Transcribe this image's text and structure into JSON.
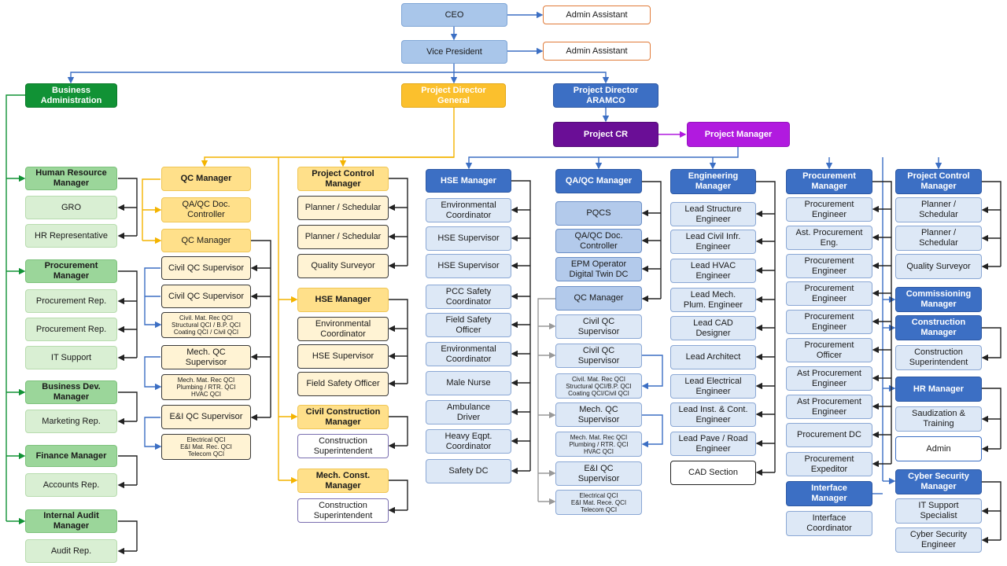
{
  "top": {
    "ceo": "CEO",
    "vp": "Vice President",
    "admin1": "Admin Assistant",
    "admin2": "Admin Assistant"
  },
  "directors": {
    "business_admin": "Business\nAdministration",
    "pd_general": "Project Director\nGeneral",
    "pd_aramco": "Project Director\nARAMCO",
    "project_cr": "Project CR",
    "project_manager": "Project Manager"
  },
  "business_column": {
    "hr_manager": "Human Resource\nManager",
    "gro": "GRO",
    "hr_rep": "HR Representative",
    "procurement_manager": "Procurement\nManager",
    "proc_rep1": "Procurement Rep.",
    "proc_rep2": "Procurement Rep.",
    "it_support": "IT Support",
    "bizdev_manager": "Business Dev.\nManager",
    "marketing_rep": "Marketing Rep.",
    "finance_manager": "Finance Manager",
    "accounts_rep": "Accounts Rep.",
    "audit_manager": "Internal Audit\nManager",
    "audit_rep": "Audit Rep."
  },
  "qc_column": {
    "qc_manager_head": "QC Manager",
    "doc_controller": "QA/QC Doc.\nController",
    "qc_manager": "QC Manager",
    "civil_sup1": "Civil QC Supervisor",
    "civil_sup2": "Civil QC Supervisor",
    "civil_qci": "Civil. Mat. Rec QCI\nStructural QCI / B.P. QCI\nCoating QCI / Civil QCI",
    "mech_sup": "Mech. QC\nSupervisor",
    "mech_qci": "Mech. Mat. Rec QCI\nPlumbing / RTR. QCI\nHVAC QCI",
    "ei_sup": "E&I QC Supervisor",
    "ei_qci": "Electrical QCI\nE&I Mat. Rec. QCI\nTelecom QCI"
  },
  "pc_column": {
    "pc_manager": "Project Control\nManager",
    "planner1": "Planner / Schedular",
    "planner2": "Planner / Schedular",
    "quality_surveyor": "Quality Surveyor",
    "hse_manager": "HSE Manager",
    "env_coord": "Environmental\nCoordinator",
    "hse_sup": "HSE Supervisor",
    "field_safety": "Field Safety Officer",
    "civil_const_mgr": "Civil Construction\nManager",
    "const_super1": "Construction\nSuperintendent",
    "mech_const_mgr": "Mech. Const.\nManager",
    "const_super2": "Construction\nSuperintendent"
  },
  "hse_column": {
    "hse_manager": "HSE Manager",
    "items": [
      "Environmental\nCoordinator",
      "HSE Supervisor",
      "HSE Supervisor",
      "PCC Safety\nCoordinator",
      "Field Safety\nOfficer",
      "Environmental\nCoordinator",
      "Male Nurse",
      "Ambulance\nDriver",
      "Heavy Eqpt.\nCoordinator",
      "Safety DC"
    ]
  },
  "qaqc_column": {
    "manager": "QA/QC Manager",
    "pqcs": "PQCS",
    "doc_controller": "QA/QC Doc.\nController",
    "epm": "EPM Operator\nDigital Twin DC",
    "qc_manager": "QC Manager",
    "civil_sup1": "Civil QC\nSupervisor",
    "civil_sup2": "Civil QC\nSupervisor",
    "civil_qci": "Civil. Mat. Rec QCI\nStructural QCI/B.P. QCI\nCoating QCI/Civil QCI",
    "mech_sup": "Mech. QC\nSupervisor",
    "mech_qci": "Mech. Mat. Rec QCI\nPlumbing / RTR. QCI\nHVAC QCI",
    "ei_sup": "E&I QC\nSupervisor",
    "ei_qci": "Electrical QCI\nE&I Mat. Rece. QCI\nTelecom QCI"
  },
  "eng_column": {
    "manager": "Engineering\nManager",
    "items": [
      "Lead Structure\nEngineer",
      "Lead Civil Infr.\nEngineer",
      "Lead HVAC\nEngineer",
      "Lead Mech.\nPlum. Engineer",
      "Lead CAD\nDesigner",
      "Lead Architect",
      "Lead Electrical\nEngineer",
      "Lead Inst. & Cont.\nEngineer",
      "Lead Pave / Road\nEngineer"
    ],
    "cad_section": "CAD Section"
  },
  "proc_column": {
    "manager": "Procurement\nManager",
    "items": [
      "Procurement\nEngineer",
      "Ast. Procurement\nEng.",
      "Procurement\nEngineer",
      "Procurement\nEngineer",
      "Procurement\nEngineer",
      "Procurement\nOfficer",
      "Ast Procurement\nEngineer",
      "Ast Procurement\nEngineer",
      "Procurement DC",
      "Procurement\nExpeditor"
    ],
    "interface_manager": "Interface\nManager",
    "interface_coord": "Interface\nCoordinator"
  },
  "right_column": {
    "pc_manager": "Project Control\nManager",
    "planner1": "Planner /\nSchedular",
    "planner2": "Planner /\nSchedular",
    "quality_surveyor": "Quality Surveyor",
    "commissioning": "Commissioning\nManager",
    "construction_mgr": "Construction\nManager",
    "const_super": "Construction\nSuperintendent",
    "hr_manager": "HR Manager",
    "saudization": "Saudization &\nTraining",
    "admin": "Admin",
    "cyber_manager": "Cyber Security\nManager",
    "it_specialist": "IT Support\nSpecialist",
    "cyber_engineer": "Cyber Security\nEngineer"
  },
  "colors": {
    "top_blue": "#a9c6ea",
    "admin_border": "#e07b39",
    "green": "#119235",
    "gold": "#fbc02d",
    "blue": "#3c6fc4",
    "purple": "#6a0e96",
    "magenta": "#b11adf"
  }
}
